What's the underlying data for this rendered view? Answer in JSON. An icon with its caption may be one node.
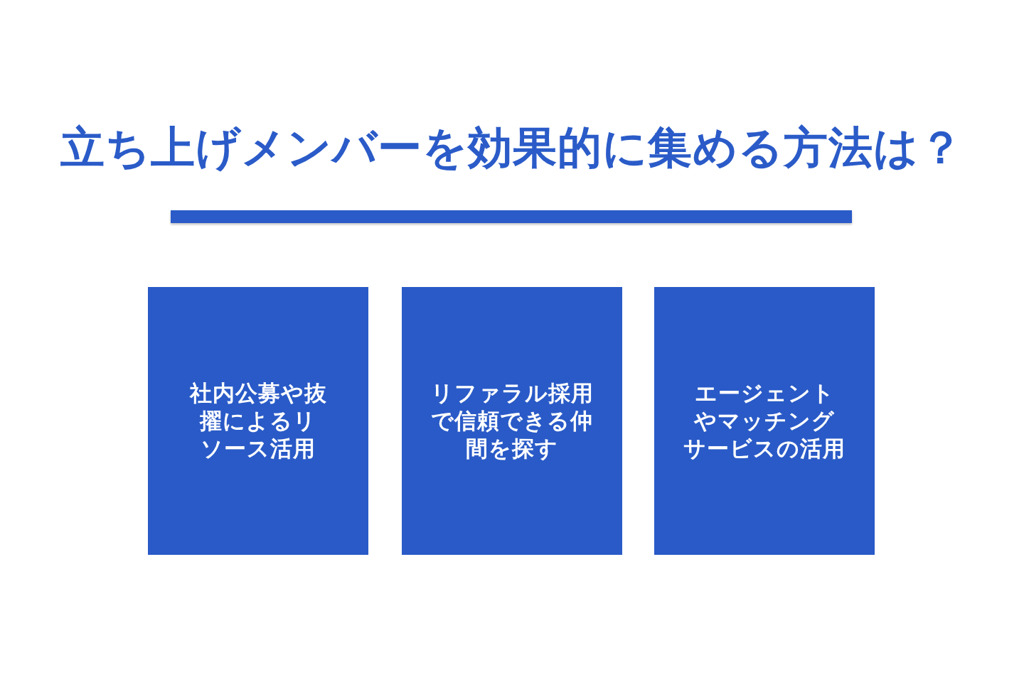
{
  "diagram": {
    "title": "立ち上げメンバーを効果的に集める方法は？",
    "nodes": [
      {
        "text": [],
        "shape": "bar"
      },
      {
        "text": [
          "社内公募や抜擢によるリソース活用"
        ]
      },
      {
        "text": [
          "リファラル採用で信頼できる仲間を探す"
        ]
      },
      {
        "text": [
          "エージェントやマッチングサービスの活用"
        ]
      }
    ]
  }
}
